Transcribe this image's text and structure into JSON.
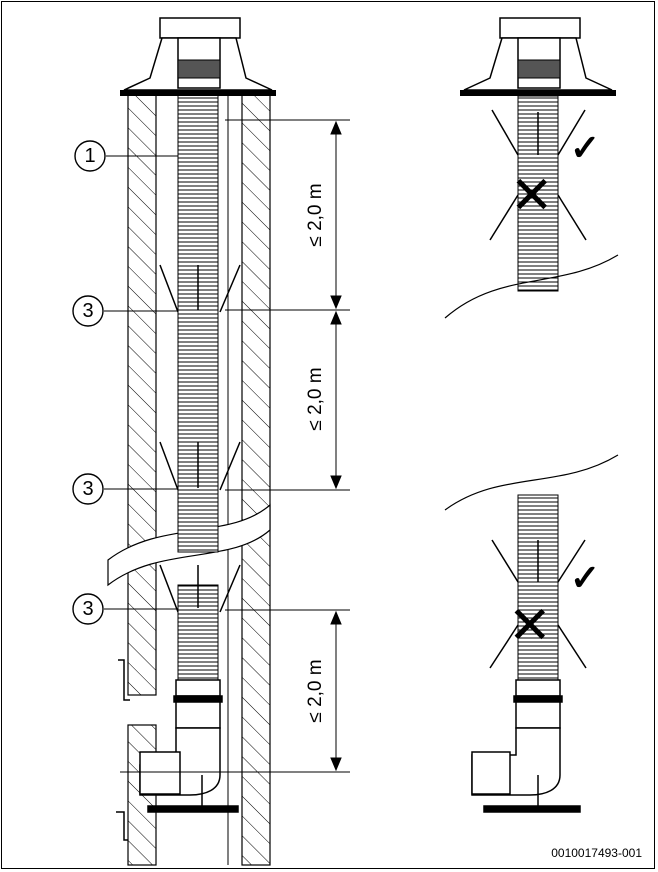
{
  "callouts": [
    {
      "id": "callout-1",
      "number": "1"
    },
    {
      "id": "callout-3a",
      "number": "3"
    },
    {
      "id": "callout-3b",
      "number": "3"
    },
    {
      "id": "callout-3c",
      "number": "3"
    }
  ],
  "dimensions": [
    {
      "id": "dim-top",
      "label": "≤ 2,0 m"
    },
    {
      "id": "dim-middle",
      "label": "≤ 2,0 m"
    },
    {
      "id": "dim-bottom",
      "label": "≤ 2,0 m"
    }
  ],
  "marks": {
    "correct": "✓",
    "incorrect": "✕"
  },
  "document_code": "0010017493-001",
  "colors": {
    "line": "#000000",
    "hatch": "#000000",
    "pipe_fill": "#e6e6e6",
    "background": "#ffffff"
  }
}
